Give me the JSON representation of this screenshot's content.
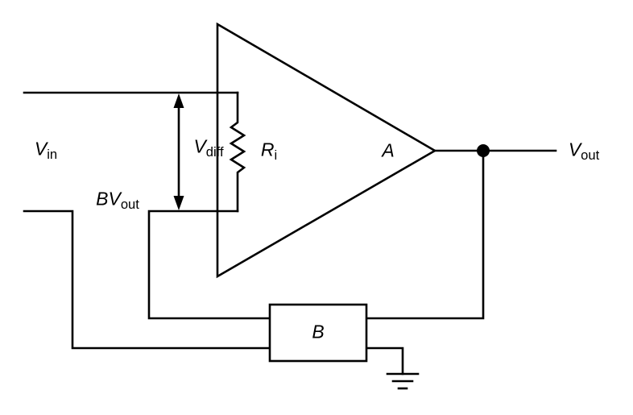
{
  "labels": {
    "v_in": {
      "main": "V",
      "sub": "in"
    },
    "v_diff": {
      "main": "V",
      "sub": "diff"
    },
    "r_i": {
      "main": "R",
      "sub": "i"
    },
    "bv_out": {
      "main": "BV",
      "sub": "out"
    },
    "gain": {
      "main": "A"
    },
    "v_out": {
      "main": "V",
      "sub": "out"
    },
    "feedback": {
      "main": "B"
    }
  },
  "colors": {
    "line": "#000000",
    "background": "#ffffff"
  }
}
